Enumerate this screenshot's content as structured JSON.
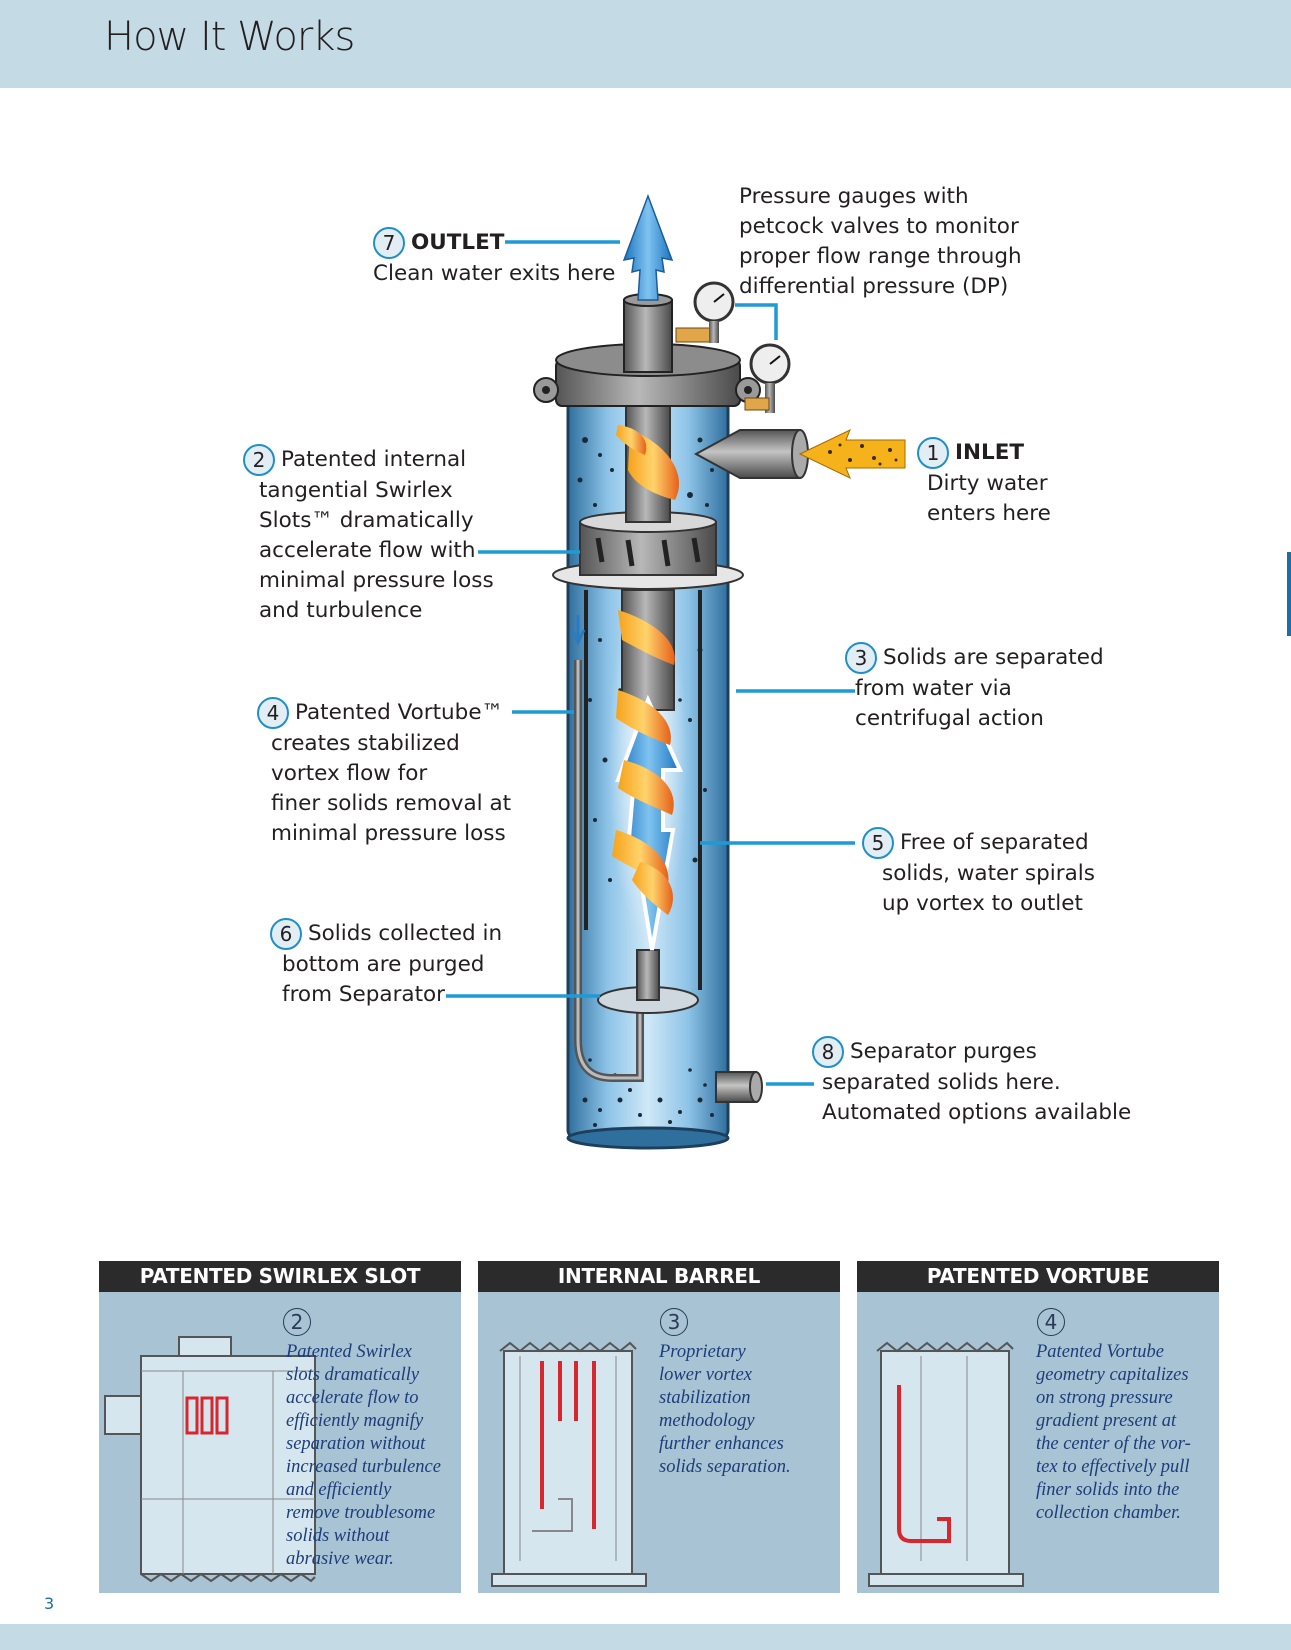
{
  "header": {
    "title": "How It Works"
  },
  "page_number": "3",
  "callouts": [
    {
      "id": "outlet",
      "number": "7",
      "title": "OUTLET",
      "lines": [
        "Clean water exits here"
      ]
    },
    {
      "id": "gauges",
      "lines": [
        "Pressure gauges with",
        "petcock valves to monitor",
        "proper flow range through",
        "differential pressure (DP)"
      ]
    },
    {
      "id": "inlet",
      "number": "1",
      "title": "INLET",
      "lines": [
        "Dirty water",
        "enters here"
      ]
    },
    {
      "id": "swirlex",
      "number": "2",
      "lines": [
        "Patented internal",
        "tangential Swirlex",
        "Slots™ dramatically",
        "accelerate flow with",
        "minimal pressure loss",
        "and turbulence"
      ]
    },
    {
      "id": "separation",
      "number": "3",
      "lines": [
        "Solids are separated",
        "from water via",
        "centrifugal action"
      ]
    },
    {
      "id": "vortube",
      "number": "4",
      "lines": [
        "Patented Vortube™",
        "creates stabilized",
        "vortex flow for",
        "finer solids removal at",
        "minimal pressure loss"
      ]
    },
    {
      "id": "spiral",
      "number": "5",
      "lines": [
        "Free of separated",
        "solids, water spirals",
        "up vortex to outlet"
      ]
    },
    {
      "id": "collected",
      "number": "6",
      "lines": [
        "Solids collected in",
        "bottom are purged",
        "from Separator"
      ]
    },
    {
      "id": "purge",
      "number": "8",
      "lines": [
        "Separator purges",
        "separated solids here.",
        "Automated options available"
      ]
    }
  ],
  "panels": [
    {
      "id": "swirlex-slot",
      "title": "PATENTED SWIRLEX SLOT",
      "number": "2",
      "lines": [
        "Patented Swirlex",
        "slots dramatically",
        "accelerate flow to",
        "efficiently magnify",
        "separation without",
        "increased turbulence",
        "and efficiently",
        "remove troublesome",
        "solids without",
        "abrasive wear."
      ]
    },
    {
      "id": "internal-barrel",
      "title": "INTERNAL BARREL",
      "number": "3",
      "lines": [
        "Proprietary",
        "lower vortex",
        "stabilization",
        "methodology",
        "further enhances",
        "solids separation."
      ]
    },
    {
      "id": "vortube",
      "title": "PATENTED VORTUBE",
      "number": "4",
      "lines": [
        "Patented Vortube",
        "geometry capitalizes",
        "on strong pressure",
        "gradient present at",
        "the center of the vor-",
        "tex to effectively pull",
        "finer solids into the",
        "collection chamber."
      ]
    }
  ],
  "colors": {
    "band": "#c4dbe5",
    "leader": "#1e9ad6",
    "panel_bg": "#a7c3d4",
    "panel_title": "#2b2b2b",
    "panel_text": "#1d3d7a",
    "accent_red": "#d7262e"
  }
}
